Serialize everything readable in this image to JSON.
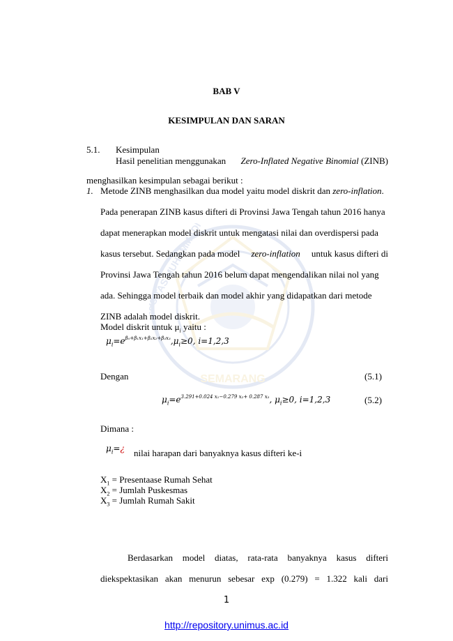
{
  "watermark": {
    "top_text": "UNIVERSITAS MUHAMMADIYAH",
    "bottom_text": "SEMARANG",
    "colors": {
      "blue": "#3a5fb0",
      "gold": "#d6a928"
    }
  },
  "chapter": {
    "label": "BAB V",
    "title": "KESIMPULAN DAN SARAN"
  },
  "section": {
    "number": "5.1.",
    "title": "Kesimpulan"
  },
  "intro": {
    "part1": "Hasil penelitian menggunakan",
    "term": "Zero-Inflated Negative Binomial",
    "part2": "(ZINB)",
    "line2": "menghasilkan kesimpulan sebagai berikut :"
  },
  "item1": {
    "number": "1.",
    "line1_a": "Metode ZINB menghasilkan dua model yaitu model diskrit dan",
    "line1_term": "zero-inflation",
    "line1_end": ".",
    "line2": "Pada penerapan ZINB kasus difteri di Provinsi Jawa Tengah tahun 2016 hanya",
    "line3": "dapat menerapkan model diskrit untuk mengatasi nilai dan overdispersi pada",
    "line4_a": "kasus tersebut. Sedangkan pada model",
    "line4_term": "zero-inflation",
    "line4_b": "untuk kasus difteri di",
    "line5": "Provinsi Jawa Tengah tahun 2016 belum dapat mengendalikan nilai nol yang",
    "line6": "ada. Sehingga model terbaik dan model akhir yang didapatkan dari metode",
    "line7": "ZINB adalah model diskrit."
  },
  "model": {
    "label": "Model diskrit untuk μ",
    "label_sub": "i",
    "label_end": " yaitu :",
    "eq1_lhs": "μ",
    "eq1_sub": "i",
    "eq1_eq": "=e",
    "eq1_exp": "β₀+β₁x₁+β₂x₂+β₃x₃",
    "eq1_rest": ",μ",
    "eq1_rest_sub": "i",
    "eq1_tail": "≥0, i=1,2,3",
    "dengan": "Dengan",
    "eq_num1": "(5.1)",
    "eq2_lhs": "μ",
    "eq2_sub": "i",
    "eq2_eq": "=e",
    "eq2_exp": "3.291+0.024 x₁−0.279 x₂+ 0.287 x₃",
    "eq2_rest": ", μ",
    "eq2_rest_sub": "i",
    "eq2_tail": "≥0, i=1,2,3",
    "eq_num2": "(5.2)"
  },
  "dimana": {
    "label": "Dimana :",
    "sym": "μ",
    "sym_sub": "i",
    "sym_eq": "=",
    "sym_glyph": "¿",
    "desc": "nilai harapan dari banyaknya kasus difteri ke-i"
  },
  "variables": [
    {
      "sym": "X",
      "sub": "1",
      "desc": "= Presentaase Rumah Sehat"
    },
    {
      "sym": "X",
      "sub": "2",
      "desc": "= Jumlah Puskesmas"
    },
    {
      "sym": "X",
      "sub": "3",
      "desc": "= Jumlah Rumah Sakit"
    }
  ],
  "closing": {
    "line1": [
      "Berdasarkan",
      "model",
      "diatas,",
      "rata-rata",
      "banyaknya",
      "kasus",
      "difteri"
    ],
    "line2": [
      "diekspektasikan",
      "akan",
      "menurun",
      "sebesar",
      "exp",
      "(0.279)",
      "=",
      "1.322",
      "kali",
      "dari"
    ]
  },
  "page_number": "1",
  "footer_link": "http://repository.unimus.ac.id"
}
